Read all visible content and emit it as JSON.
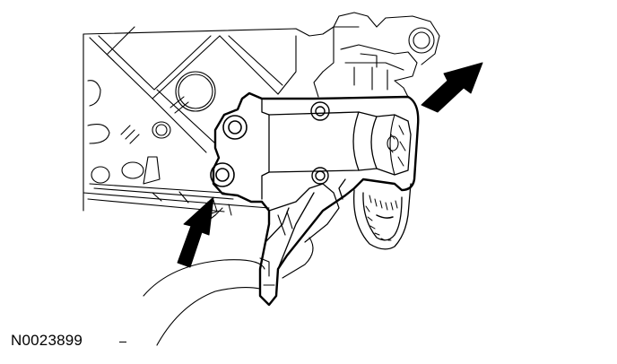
{
  "figure": {
    "id_label": "N0023899"
  },
  "colors": {
    "line": "#000000",
    "background": "#ffffff"
  },
  "callouts": [
    {
      "name": "callout-arrow-upper-right",
      "points_to": "bracket-outer-mount"
    },
    {
      "name": "callout-arrow-lower-left",
      "points_to": "bracket-bolt-lower"
    }
  ]
}
